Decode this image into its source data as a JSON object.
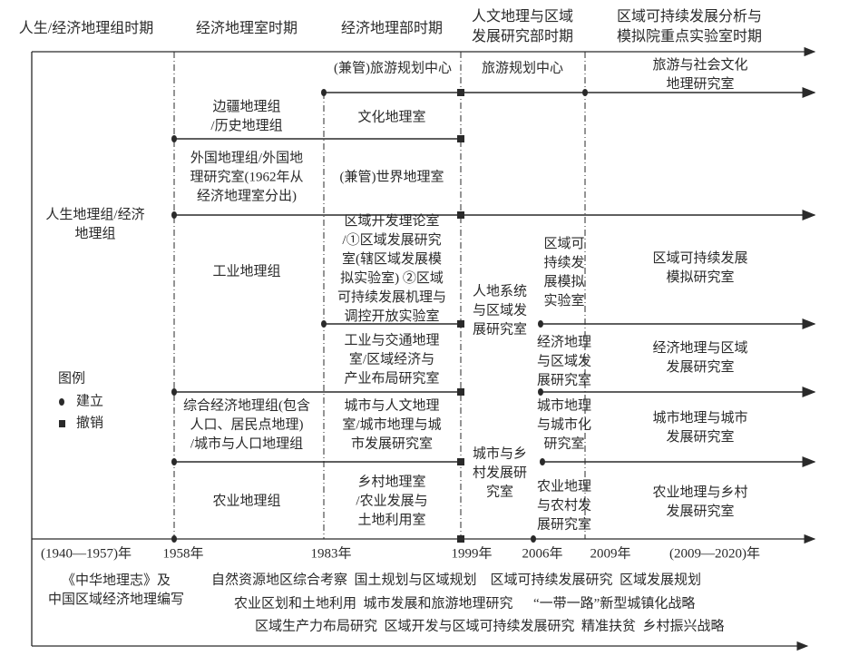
{
  "periods": [
    "人生/经济地理组时期",
    "经济地理室时期",
    "经济地理部时期",
    "人文地理与区域\n发展研究部时期",
    "区域可持续发展分析与\n模拟院重点实验室时期"
  ],
  "root_unit": "人生地理组/经济\n地理组",
  "units": {
    "tourism_1983": "(兼管)旅游规划中心",
    "tourism_1999": "旅游规划中心",
    "tourism_2009": "旅游与社会文化\n地理研究室",
    "frontier_1958": "边疆地理组\n/历史地理组",
    "culture_1983": "文化地理室",
    "foreign_1958": "外国地理组/外国地\n理研究室(1962年从\n经济地理室分出)",
    "world_1983": "(兼管)世界地理室",
    "industry_1958": "工业地理组",
    "regional_dev_1983": "区域开发理论室\n/①区域发展研究\n室(辖区域发展模\n拟实验室) ②区域\n可持续发展机理与\n调控开放实验室",
    "human_earth_1999": "人地系统\n与区域发\n展研究室",
    "sim_lab_2006": "区域可\n持续发\n展模拟\n实验室",
    "sim_2009": "区域可持续发展\n模拟研究室",
    "transport_1983": "工业与交通地理\n室/区域经济与\n产业布局研究室",
    "econ_2006": "经济地理\n与区域发\n展研究室",
    "econ_2009": "经济地理与区域\n发展研究室",
    "comprehensive_1958": "综合经济地理组(包含\n人口、居民点地理)\n/城市与人口地理组",
    "urban_1983": "城市与人文地理\n室/城市地理与城\n市发展研究室",
    "urban_2006": "城市地理\n与城市化\n研究室",
    "urban_2009": "城市地理与城市\n发展研究室",
    "urban_rural_1999": "城市与乡\n村发展研\n究室",
    "agri_1958": "农业地理组",
    "rural_1983": "乡村地理室\n/农业发展与\n土地利用室",
    "agri_2006": "农业地理\n与农村发\n展研究室",
    "agri_2009": "农业地理与乡村\n发展研究室"
  },
  "legend": {
    "title": "图例",
    "established": "建立",
    "abolished": "撤销"
  },
  "years": [
    "(1940—1957)年",
    "1958年",
    "1983年",
    "1999年",
    "2006年",
    "2009年",
    "(2009—2020)年"
  ],
  "research": {
    "early": "《中华地理志》及\n中国区域经济地理编写",
    "line1": "自然资源地区综合考察  国土规划与区域规划    区域可持续发展研究  区域发展规划",
    "line2": "农业区划和土地利用  城市发展和旅游地理研究      “一带一路”新型城镇化战略",
    "line3": "区域生产力布局研究  区域开发与区域可持续发展研究  精准扶贫  乡村振兴战略"
  },
  "colors": {
    "line": "#2a2a2a"
  }
}
